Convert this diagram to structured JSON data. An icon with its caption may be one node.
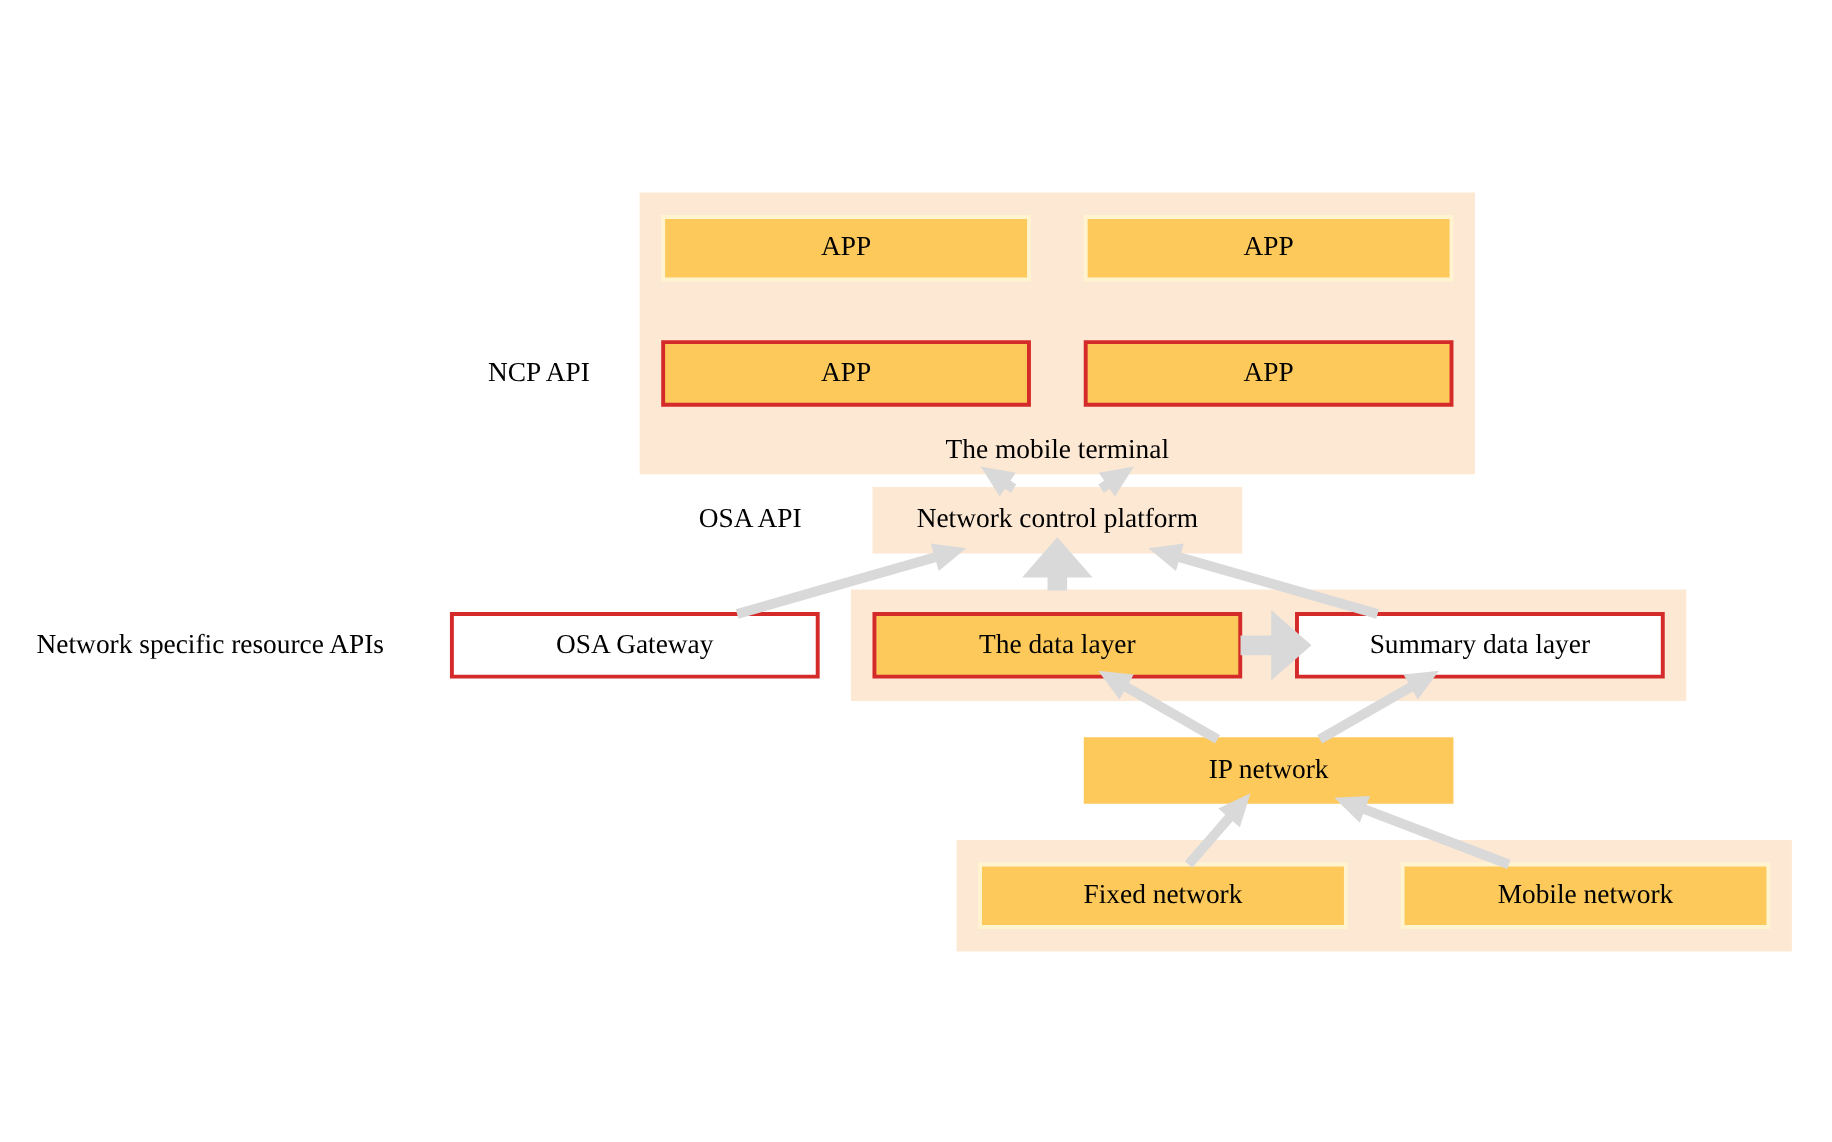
{
  "diagram": {
    "nodes": [
      {
        "text": [
          "The mobile terminal"
        ]
      },
      {
        "text": [
          "APP"
        ],
        "in": 0
      },
      {
        "text": [
          "APP"
        ],
        "in": 0
      },
      {
        "text": [
          "APP"
        ],
        "in": 0
      },
      {
        "text": [
          "APP"
        ],
        "in": 0
      },
      {
        "text": [
          "Network control platform"
        ]
      },
      {
        "text": [
          "OSA Gateway"
        ]
      },
      {
        "text": [],
        "shape": "box"
      },
      {
        "text": [
          "The data layer"
        ],
        "in": 7
      },
      {
        "text": [
          "Summary data layer"
        ],
        "in": 7
      },
      {
        "text": [
          "IP network"
        ]
      },
      {
        "text": [],
        "shape": "box"
      },
      {
        "text": [
          "Mobile network"
        ],
        "in": 11
      },
      {
        "text": [
          "Fixed network"
        ],
        "in": 11
      }
    ],
    "edges": [
      {
        "from": 12,
        "to": 10,
        "arrow": "to"
      },
      {
        "from": 13,
        "to": 10,
        "arrow": "to"
      },
      {
        "from": 10,
        "to": 8,
        "arrow": "to"
      },
      {
        "from": 10,
        "to": 9,
        "arrow": "to"
      },
      {
        "from": 8,
        "to": 9,
        "arrow": "to",
        "style": "thick"
      },
      {
        "from": 6,
        "to": 5,
        "arrow": "to"
      },
      {
        "from": 7,
        "to": 5,
        "arrow": "to",
        "style": "thick"
      },
      {
        "from": 9,
        "to": 5,
        "arrow": "to"
      },
      {
        "from": 5,
        "to": 0,
        "arrow": "to"
      },
      {
        "from": 5,
        "to": 0,
        "arrow": "to"
      }
    ],
    "labels": [
      "NCP API",
      "OSA API",
      "Network specific resource APIs"
    ]
  }
}
